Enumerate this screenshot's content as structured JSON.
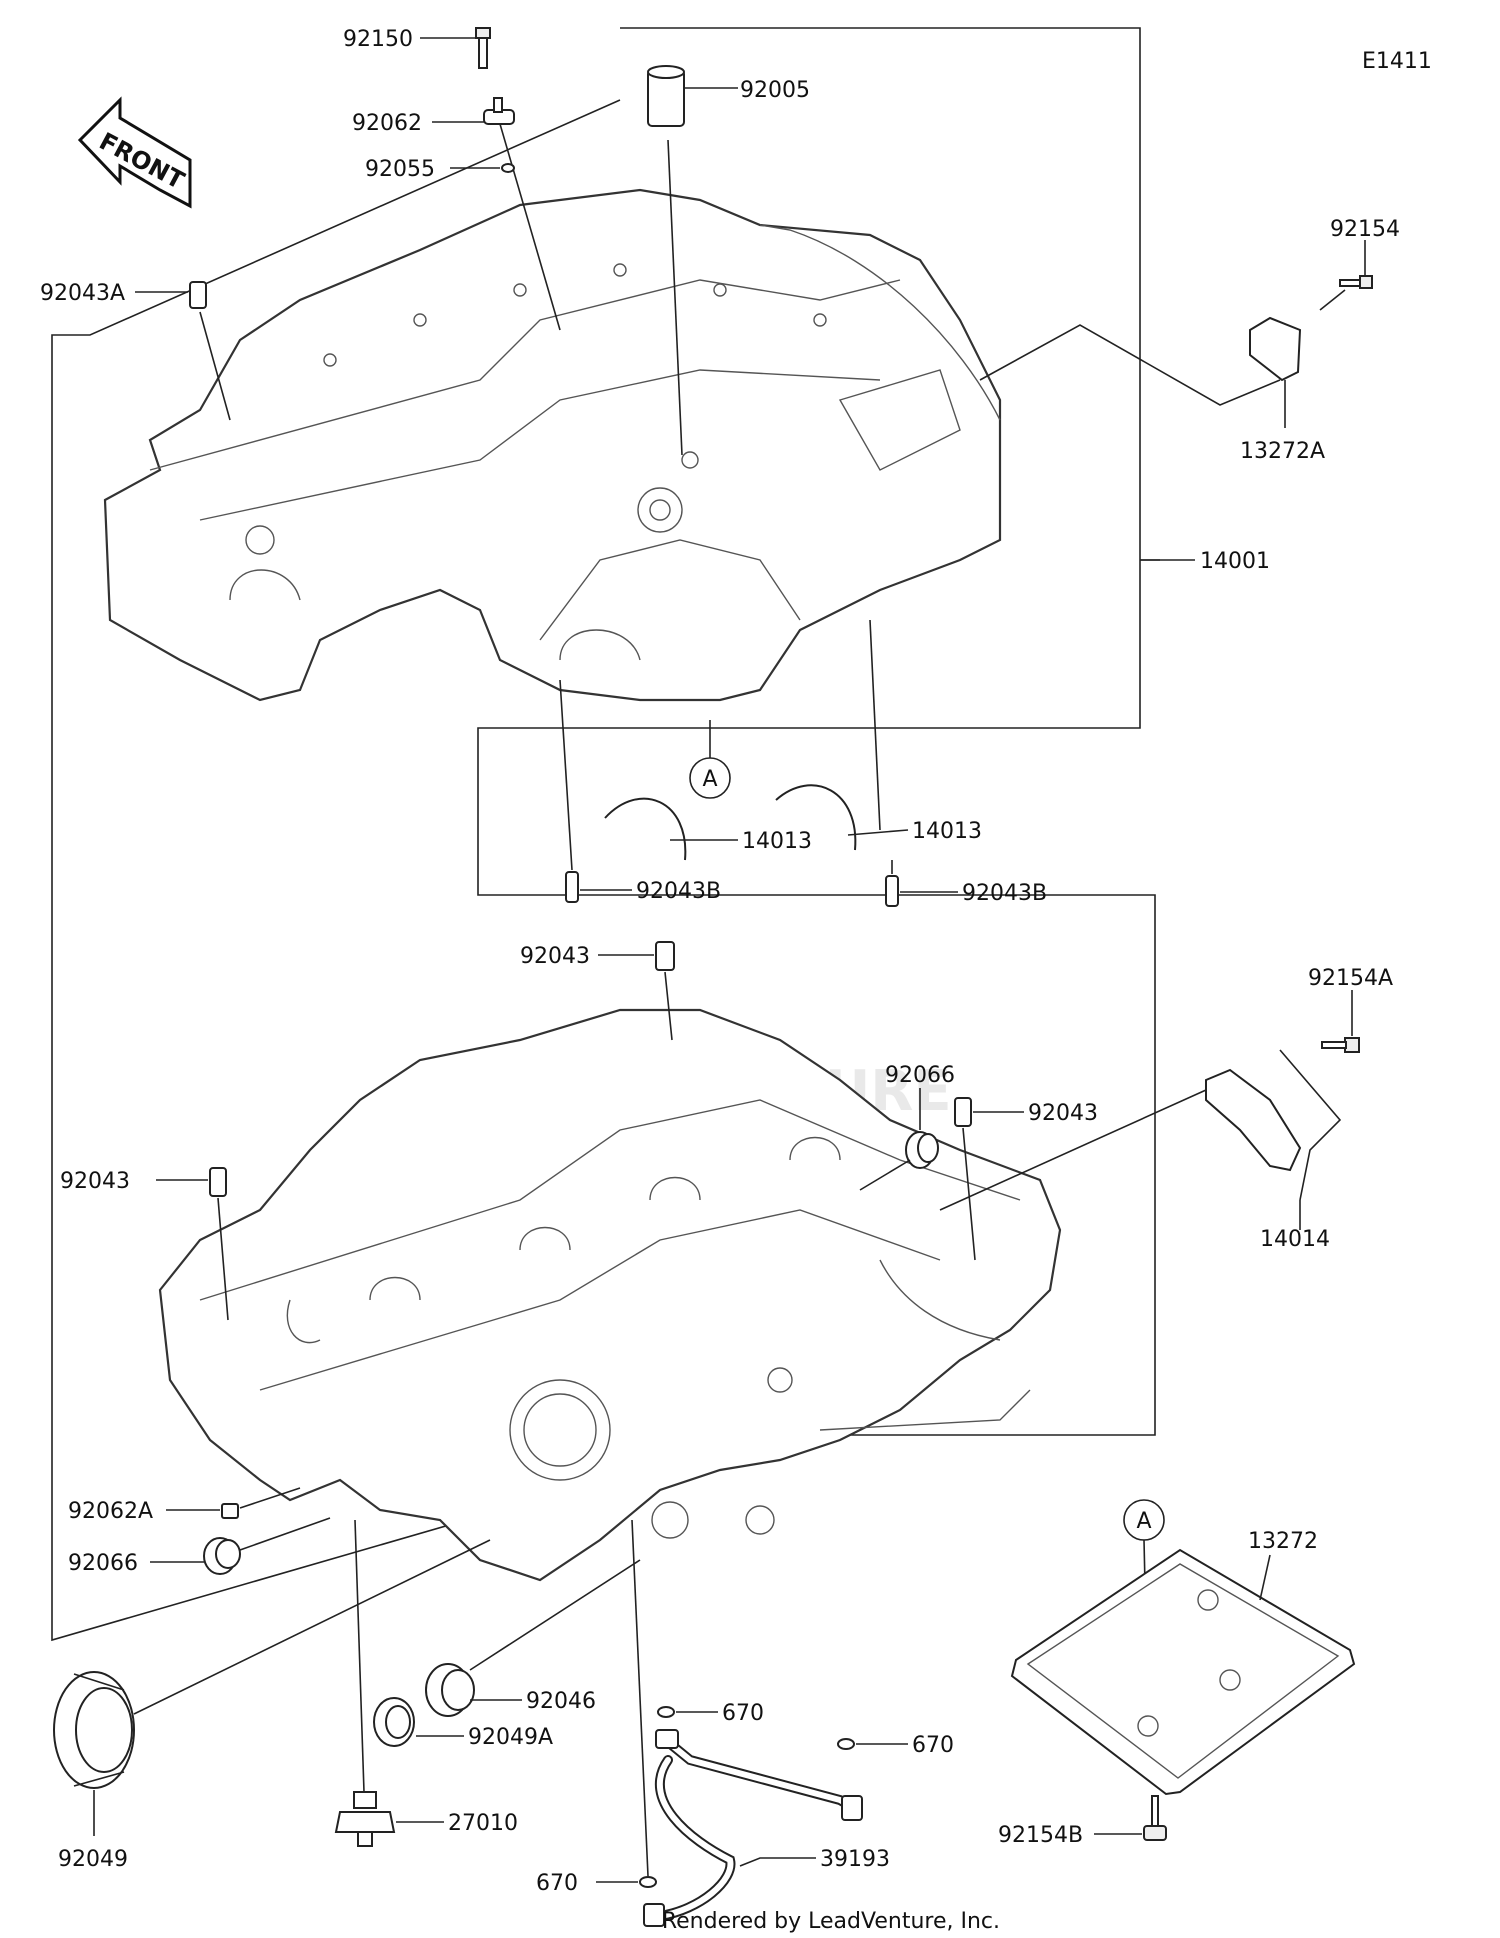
{
  "diagram_code": "E1411",
  "front_label": "FRONT",
  "callout_marker": "A",
  "footer": "Rendered by LeadVenture, Inc.",
  "watermark": "ADVENTURE",
  "parts": {
    "p92150": "92150",
    "p92062": "92062",
    "p92055": "92055",
    "p92005": "92005",
    "p92043A": "92043A",
    "p92154": "92154",
    "p13272A": "13272A",
    "p14001": "14001",
    "p14013a": "14013",
    "p14013b": "14013",
    "p92043Ba": "92043B",
    "p92043Bb": "92043B",
    "p92154A": "92154A",
    "p92043a": "92043",
    "p92066a": "92066",
    "p92043b": "92043",
    "p92043c": "92043",
    "p14014": "14014",
    "p92062A": "92062A",
    "p92066b": "92066",
    "p13272": "13272",
    "p92046": "92046",
    "p92049A": "92049A",
    "p670a": "670",
    "p670b": "670",
    "p670c": "670",
    "p27010": "27010",
    "p39193": "39193",
    "p92049": "92049",
    "p92154B": "92154B"
  }
}
